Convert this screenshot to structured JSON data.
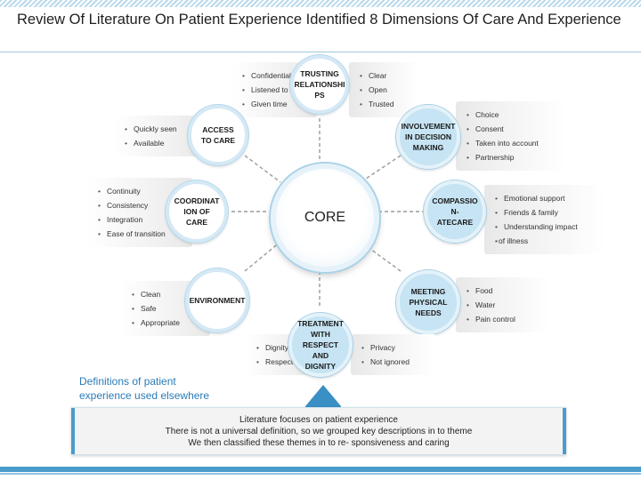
{
  "title": "Review Of Literature On Patient Experience Identified 8 Dimensions Of Care And Experience",
  "core": "CORE",
  "nodes": [
    {
      "id": "trusting",
      "label": "TRUSTING RELATIONSHI PS",
      "left_items": [
        "Confidential",
        "Listened to",
        "Given time"
      ],
      "right_items": [
        "Clear",
        "Open",
        "Trusted"
      ]
    },
    {
      "id": "access",
      "label": "ACCESS TO CARE",
      "items": [
        "Quickly seen",
        "Available"
      ]
    },
    {
      "id": "involvement",
      "label": "INVOLVEMENT IN DECISION MAKING",
      "items": [
        "Choice",
        "Consent",
        "Taken into account",
        "Partnership"
      ]
    },
    {
      "id": "coordination",
      "label": "COORDINAT ION OF CARE",
      "items": [
        "Continuity",
        "Consistency",
        "Integration",
        "Ease of transition"
      ]
    },
    {
      "id": "compassion",
      "label": "COMPASSIO N- ATECARE",
      "items": [
        "Emotional support",
        "Friends & family",
        "Understanding impact",
        "of  illness"
      ]
    },
    {
      "id": "environment",
      "label": "ENVIRONMENT",
      "items": [
        "Clean",
        "Safe",
        "Appropriate"
      ]
    },
    {
      "id": "needs",
      "label": "MEETING PHYSICAL NEEDS",
      "items": [
        "Food",
        "Water",
        "Pain control"
      ]
    },
    {
      "id": "respect",
      "label": "TREATMENT WITH RESPECT AND DIGNITY",
      "left_items": [
        "Dignity",
        "Respect"
      ],
      "right_items": [
        "Privacy",
        "Not ignored"
      ]
    }
  ],
  "definitions_label": "Definitions of patient experience used elsewhere",
  "summary": [
    "Literature focuses on patient experience",
    "There is not a universal definition, so we grouped key descriptions in to theme",
    "We then classified these themes in to re- sponsiveness and caring"
  ]
}
